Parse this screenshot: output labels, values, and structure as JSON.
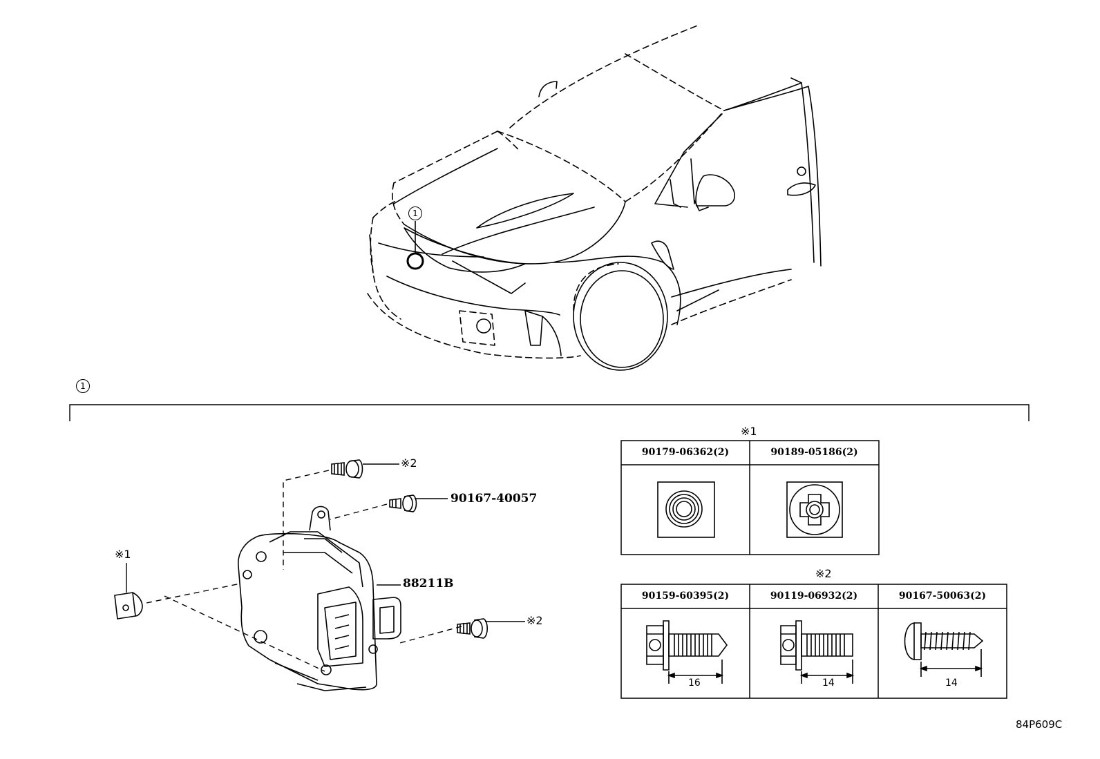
{
  "callout_1": "1",
  "section_1_label": "1",
  "note_1_symbol": "※1",
  "note_2_symbol": "※2",
  "parts": {
    "module": "88211B",
    "bolt_upper": "90167-40057"
  },
  "table_1": {
    "headers": [
      "90179-06362(2)",
      "90189-05186(2)"
    ]
  },
  "table_2": {
    "headers": [
      "90159-60395(2)",
      "90119-06932(2)",
      "90167-50063(2)"
    ],
    "lengths": [
      "16",
      "14",
      "14"
    ]
  },
  "diagram_id": "84P609C"
}
